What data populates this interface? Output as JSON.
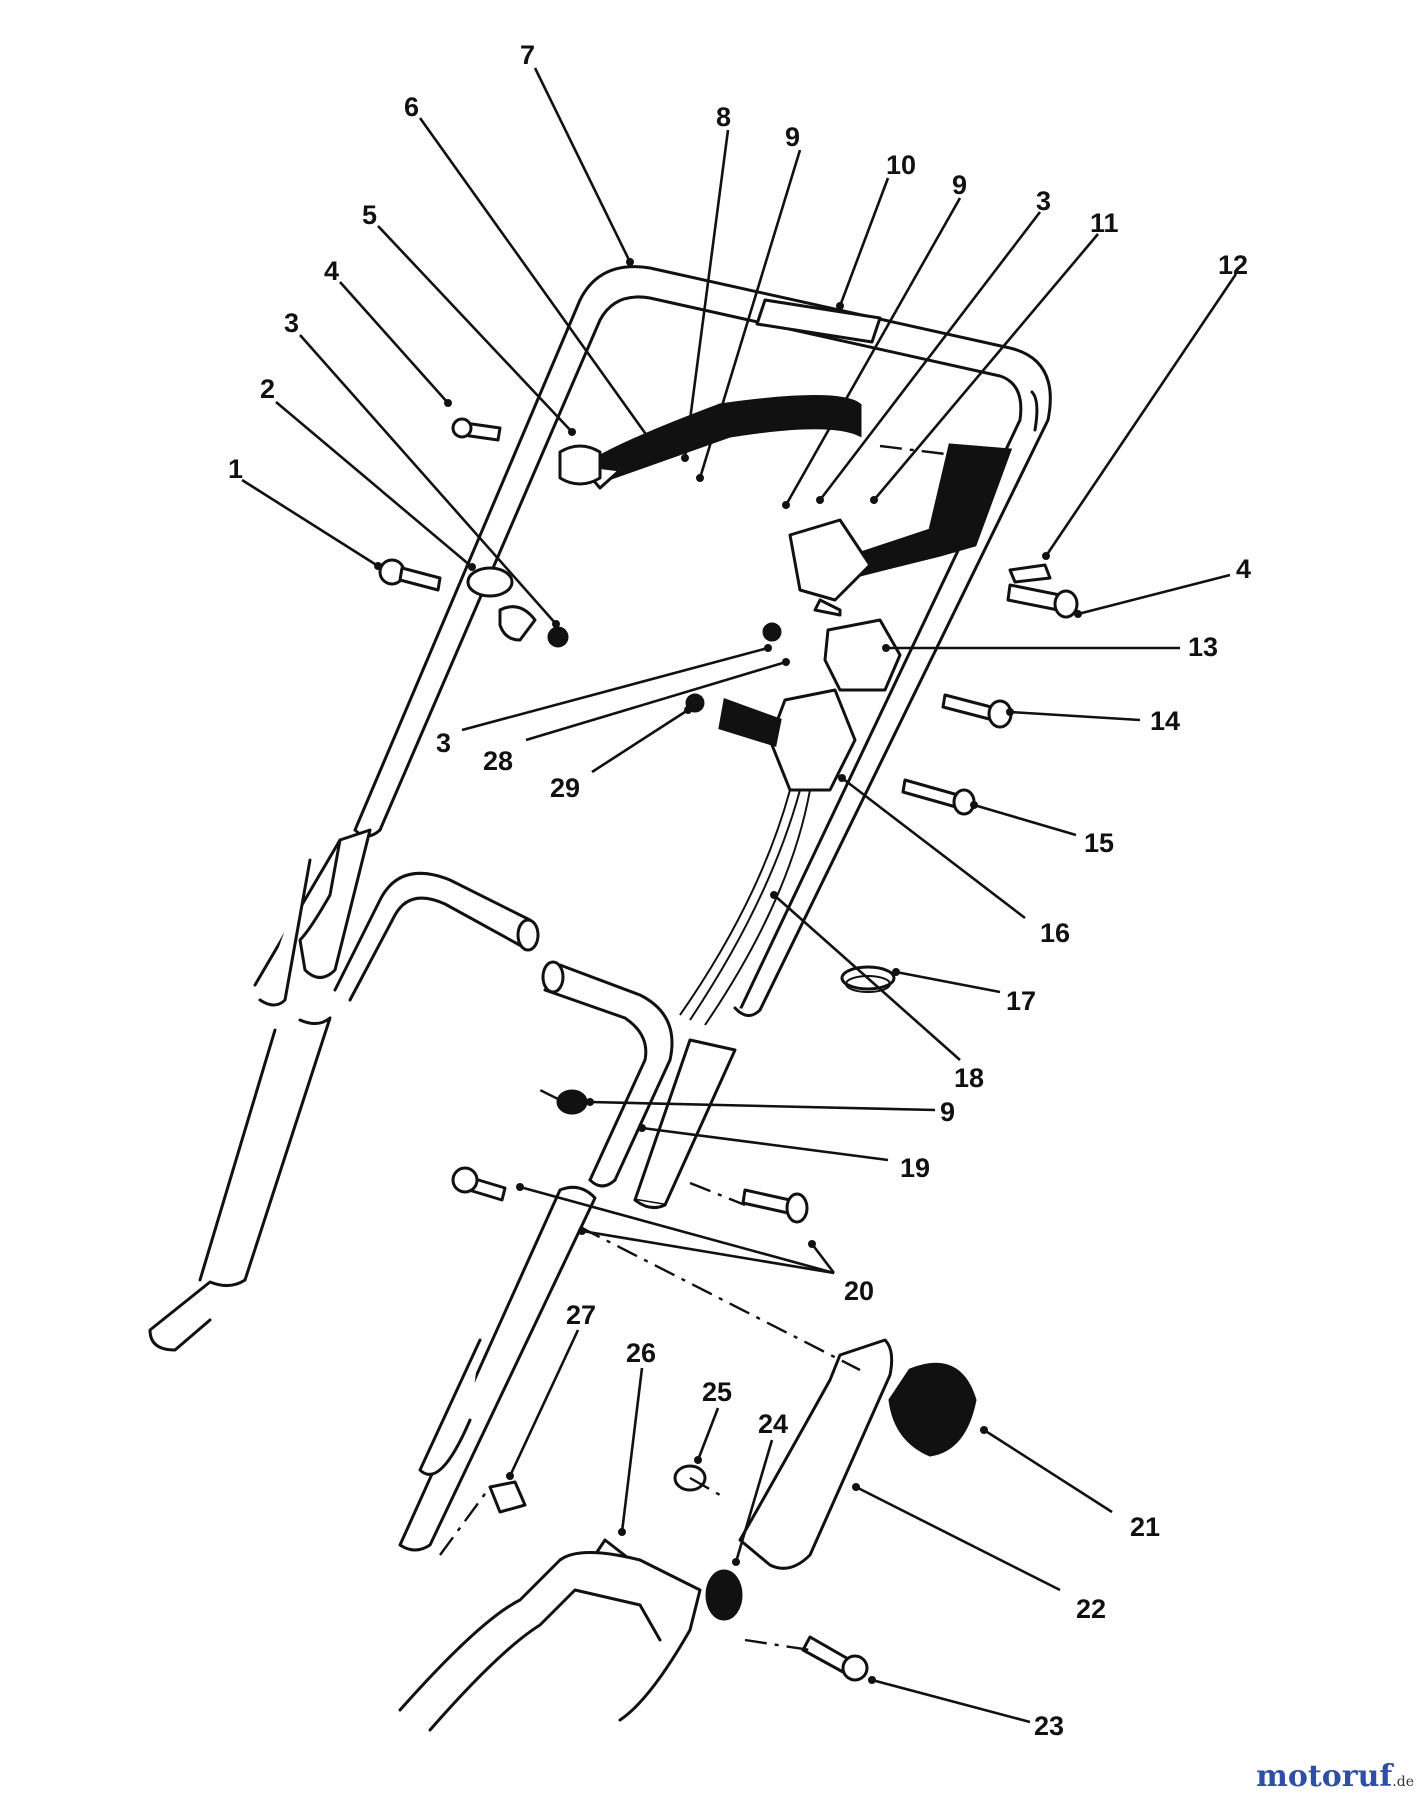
{
  "callouts": {
    "c1": "1",
    "c2": "2",
    "c3a": "3",
    "c3b": "3",
    "c3c": "3",
    "c4a": "4",
    "c4b": "4",
    "c5": "5",
    "c6": "6",
    "c7": "7",
    "c8": "8",
    "c9a": "9",
    "c9b": "9",
    "c9c": "9",
    "c10": "10",
    "c11": "11",
    "c12": "12",
    "c13": "13",
    "c14": "14",
    "c15": "15",
    "c16": "16",
    "c17": "17",
    "c18": "18",
    "c19": "19",
    "c20": "20",
    "c21": "21",
    "c22": "22",
    "c23": "23",
    "c24": "24",
    "c25": "25",
    "c26": "26",
    "c27": "27",
    "c28": "28",
    "c29": "29"
  },
  "watermark": {
    "main": "motoruf",
    "suffix": ".de"
  }
}
